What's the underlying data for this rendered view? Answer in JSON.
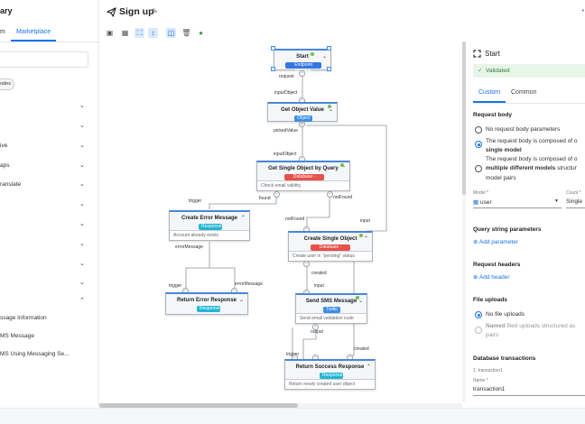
{
  "sidebar": {
    "title": "ary",
    "tabs": [
      "m",
      "Marketplace"
    ],
    "chip": "odes",
    "rows": [
      "",
      "",
      "ive",
      "aps",
      "ranslate",
      "",
      "",
      "",
      "",
      ""
    ],
    "subitems": [
      "ssage Information",
      "MS Message",
      "MS Using Messaging Se..."
    ]
  },
  "header": {
    "title": "Sign up",
    "user_label": "•"
  },
  "toolbar": {
    "icons": [
      "save-icon",
      "table-icon",
      "fit-icon",
      "arrange-icon",
      "split-icon",
      "trash-icon",
      "valid-icon"
    ]
  },
  "nodes": {
    "start": {
      "title": "Start",
      "badge": "Endpoint Handler"
    },
    "get_object_value": {
      "title": "Get Object Value",
      "badge": "Object"
    },
    "get_single_object": {
      "title": "Get Single Object by Query",
      "badge": "Database - CRUD",
      "desc": "Check email validity"
    },
    "create_error": {
      "title": "Create Error Message",
      "badge": "Response",
      "desc": "Account already exists"
    },
    "create_single": {
      "title": "Create Single Object",
      "badge": "Database - CRUD",
      "desc": "Create user in \"pending\" status"
    },
    "return_error": {
      "title": "Return Error Response",
      "badge": "Response"
    },
    "send_sms": {
      "title": "Send SMS Message",
      "badge": "Twilio",
      "desc": "Send email validation code"
    },
    "return_success": {
      "title": "Return Success Response",
      "badge": "Response",
      "desc": "Return newly created user object"
    }
  },
  "edge_labels": {
    "request": "request",
    "inputObject": "inputObject",
    "pickedValue": "pickedValue",
    "inputObject2": "inputObject",
    "trigger1": "trigger",
    "found": "found",
    "notFound": "notFound",
    "errorMessage1": "errorMessage",
    "notFound2": "notFound",
    "input1": "input",
    "trigger2": "trigger",
    "errorMessage2": "errorMessage",
    "created1": "created",
    "input2": "input",
    "output": "output",
    "trigger3": "trigger",
    "created2": "created"
  },
  "panel": {
    "title": "Start",
    "validated": "Validated",
    "tabs": [
      "Custom",
      "Common"
    ],
    "request_body": {
      "heading": "Request body",
      "opt1": "No request body parameters",
      "opt2_line1": "The request body is composed of o",
      "opt2_line2": "single model",
      "opt3_line1": "The request body is composed of o",
      "opt3_line2": "multiple different models",
      "opt3_line2b": " structur",
      "opt3_line3": "model pairs"
    },
    "model_label": "Model *",
    "model_value": "user",
    "count_label": "Count *",
    "count_value": "Single",
    "query_heading": "Query string parameters",
    "add_param": "Add parameter",
    "headers_heading": "Request headers",
    "add_header": "Add header",
    "uploads_heading": "File uploads",
    "no_uploads": "No file uploads",
    "named_uploads_1": "Named",
    "named_uploads_1b": " filed uploads structured as",
    "named_uploads_2": "pairs",
    "tx_heading": "Database transactions",
    "tx_small": "1. transaction1",
    "name_label": "Name *",
    "name_value": "transaction1"
  },
  "colors": {
    "accent": "#1a73e8",
    "db_badge": "#e8504c",
    "response_badge": "#22b6d3",
    "valid_bg": "#e8f5e9"
  }
}
